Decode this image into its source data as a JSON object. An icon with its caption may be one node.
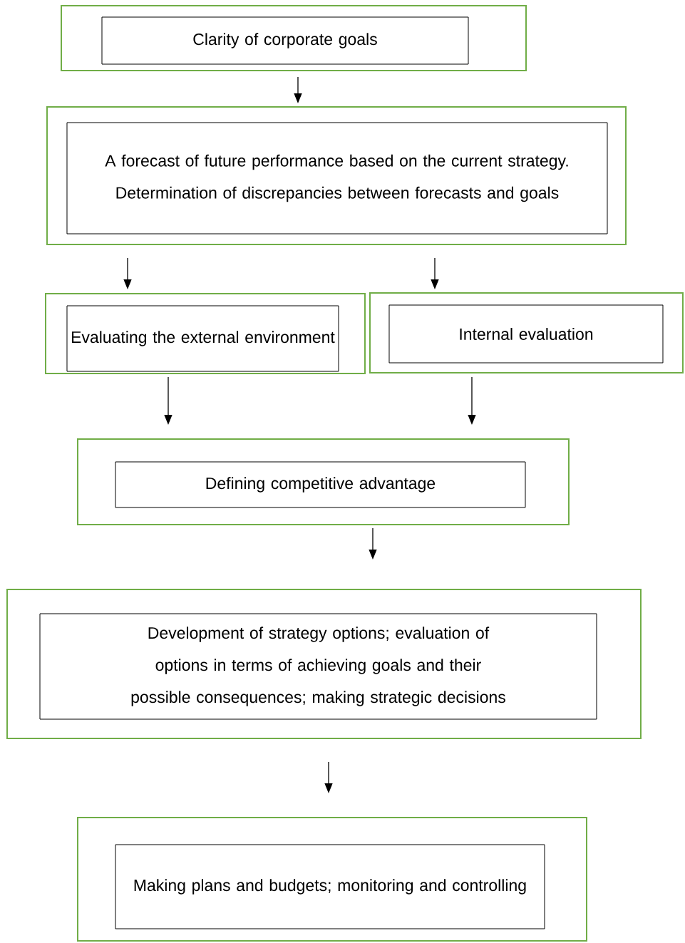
{
  "diagram": {
    "nodes": [
      {
        "text": [],
        "shape": "box"
      },
      {
        "text": [
          "Clarity of corporate goals"
        ],
        "in": 0
      },
      {
        "text": [],
        "shape": "box"
      },
      {
        "text": [
          "A forecast of future performance based on the current strategy. Determination of discrepancies between forecasts and goals"
        ],
        "in": 2
      },
      {
        "text": [],
        "shape": "box"
      },
      {
        "text": [
          "Evaluating the external environment"
        ],
        "in": 4
      },
      {
        "text": [],
        "shape": "box"
      },
      {
        "text": [
          "Internal evaluation"
        ],
        "in": 6
      },
      {
        "text": [],
        "shape": "box"
      },
      {
        "text": [
          "Defining competitive advantage"
        ],
        "in": 8
      },
      {
        "text": [],
        "shape": "box"
      },
      {
        "text": [
          "Development of strategy options; evaluation of options in terms of achieving goals and their possible consequences; making strategic decisions"
        ],
        "in": 10
      },
      {
        "text": [],
        "shape": "box"
      },
      {
        "text": [
          "Making plans and budgets; monitoring and controlling"
        ],
        "in": 12
      }
    ],
    "edges": [
      {
        "from": 0,
        "to": 2,
        "arrow": "to"
      },
      {
        "from": 2,
        "to": 4,
        "arrow": "to"
      },
      {
        "from": 2,
        "to": 6,
        "arrow": "to"
      },
      {
        "from": 4,
        "to": 8,
        "arrow": "to"
      },
      {
        "from": 6,
        "to": 8,
        "arrow": "to"
      },
      {
        "from": 8,
        "to": 10,
        "arrow": "to"
      },
      {
        "from": 10,
        "to": 12,
        "arrow": "to"
      }
    ]
  }
}
